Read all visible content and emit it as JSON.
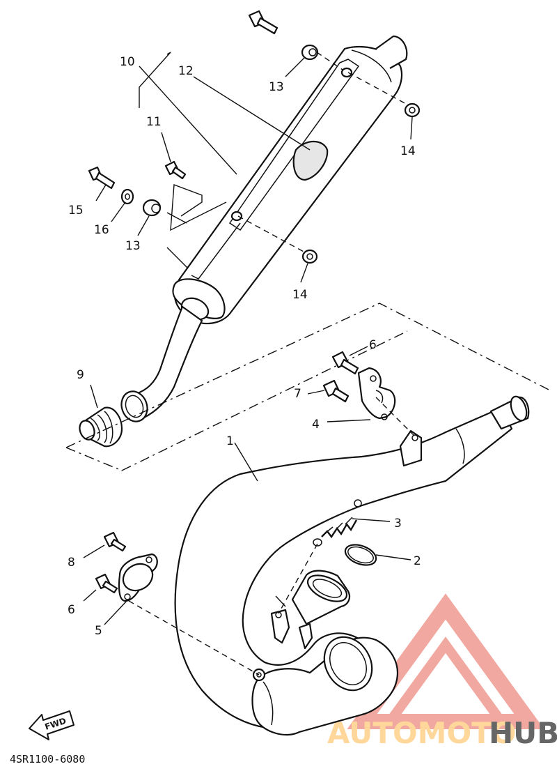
{
  "callouts": {
    "p1": "1",
    "p2": "2",
    "p3": "3",
    "p4": "4",
    "p5": "5",
    "p6a": "6",
    "p6b": "6",
    "p7": "7",
    "p8": "8",
    "p9": "9",
    "p10": "10",
    "p11": "11",
    "p12": "12",
    "p13a": "13",
    "p13b": "13",
    "p14a": "14",
    "p14b": "14",
    "p15": "15",
    "p16": "16"
  },
  "fwd_label": "FWD",
  "diagram_code": "4SR1100-6080",
  "watermark": {
    "part1": "AUTOMOTO",
    "part2": "HUB",
    "color_primary": "#f0a8a0",
    "color_secondary": "#ffd79a",
    "color_dark": "#666666"
  }
}
